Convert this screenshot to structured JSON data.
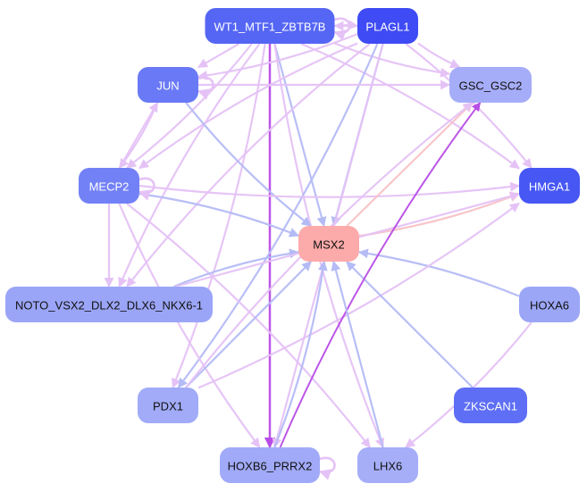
{
  "colors": {
    "strong": "#4f5ef2",
    "medium": "#6f7ff6",
    "light": "#a3acf8",
    "center": "#fcaaaa",
    "edge_pink": "#e5c2f6",
    "edge_blue": "#b4bbf5",
    "edge_salmon": "#f8c2c6",
    "edge_purple": "#b84de6"
  },
  "nodes": [
    {
      "id": "wt1",
      "label": "WT1_MTF1_ZBTB7B",
      "fill": "#5566f4",
      "text": "#ffffff"
    },
    {
      "id": "plagl1",
      "label": "PLAGL1",
      "fill": "#3f4bf4",
      "text": "#ffffff"
    },
    {
      "id": "jun",
      "label": "JUN",
      "fill": "#6a79f5",
      "text": "#ffffff"
    },
    {
      "id": "gsc",
      "label": "GSC_GSC2",
      "fill": "#a6adf8",
      "text": "#111111"
    },
    {
      "id": "mecp2",
      "label": "MECP2",
      "fill": "#7381f6",
      "text": "#ffffff"
    },
    {
      "id": "hmga1",
      "label": "HMGA1",
      "fill": "#4757f4",
      "text": "#ffffff"
    },
    {
      "id": "msx2",
      "label": "MSX2",
      "fill": "#fcaaaa",
      "text": "#111111"
    },
    {
      "id": "noto",
      "label": "NOTO_VSX2_DLX2_DLX6_NKX6-1",
      "fill": "#9ba5f7",
      "text": "#111111"
    },
    {
      "id": "hoxa6",
      "label": "HOXA6",
      "fill": "#9ca6f7",
      "text": "#111111"
    },
    {
      "id": "pdx1",
      "label": "PDX1",
      "fill": "#a1abf8",
      "text": "#111111"
    },
    {
      "id": "zkscan1",
      "label": "ZKSCAN1",
      "fill": "#5e6ef5",
      "text": "#ffffff"
    },
    {
      "id": "hoxb6",
      "label": "HOXB6_PRRX2",
      "fill": "#a1aaf8",
      "text": "#111111"
    },
    {
      "id": "lhx6",
      "label": "LHX6",
      "fill": "#a6aef8",
      "text": "#111111"
    }
  ],
  "edges": [
    {
      "from": "wt1",
      "to": "plagl1",
      "color": "edge_pink"
    },
    {
      "from": "wt1",
      "to": "jun",
      "color": "edge_pink"
    },
    {
      "from": "wt1",
      "to": "gsc",
      "color": "edge_pink"
    },
    {
      "from": "wt1",
      "to": "mecp2",
      "color": "edge_pink"
    },
    {
      "from": "wt1",
      "to": "msx2",
      "color": "edge_blue"
    },
    {
      "from": "wt1",
      "to": "noto",
      "color": "edge_pink"
    },
    {
      "from": "wt1",
      "to": "pdx1",
      "color": "edge_pink"
    },
    {
      "from": "wt1",
      "to": "hoxb6",
      "color": "edge_purple",
      "width": 2.5
    },
    {
      "from": "wt1",
      "to": "lhx6",
      "color": "edge_pink"
    },
    {
      "from": "wt1",
      "to": "hmga1",
      "color": "edge_pink"
    },
    {
      "from": "plagl1",
      "to": "wt1",
      "color": "edge_pink"
    },
    {
      "from": "plagl1",
      "to": "gsc",
      "color": "edge_pink"
    },
    {
      "from": "plagl1",
      "to": "hmga1",
      "color": "edge_pink"
    },
    {
      "from": "plagl1",
      "to": "msx2",
      "color": "edge_blue"
    },
    {
      "from": "plagl1",
      "to": "mecp2",
      "color": "edge_pink"
    },
    {
      "from": "plagl1",
      "to": "jun",
      "color": "edge_pink"
    },
    {
      "from": "plagl1",
      "to": "hoxb6",
      "color": "edge_pink"
    },
    {
      "from": "plagl1",
      "to": "noto",
      "color": "edge_pink"
    },
    {
      "from": "plagl1",
      "to": "pdx1",
      "color": "edge_blue"
    },
    {
      "from": "jun",
      "to": "gsc",
      "color": "edge_pink"
    },
    {
      "from": "jun",
      "to": "msx2",
      "color": "edge_blue"
    },
    {
      "from": "jun",
      "to": "mecp2",
      "color": "edge_pink"
    },
    {
      "from": "mecp2",
      "to": "jun",
      "color": "edge_pink"
    },
    {
      "from": "mecp2",
      "to": "hmga1",
      "color": "edge_pink"
    },
    {
      "from": "mecp2",
      "to": "msx2",
      "color": "edge_blue"
    },
    {
      "from": "mecp2",
      "to": "noto",
      "color": "edge_pink"
    },
    {
      "from": "mecp2",
      "to": "hoxb6",
      "color": "edge_pink"
    },
    {
      "from": "mecp2",
      "to": "lhx6",
      "color": "edge_pink"
    },
    {
      "from": "msx2",
      "to": "gsc",
      "color": "edge_salmon"
    },
    {
      "from": "msx2",
      "to": "hmga1",
      "color": "edge_salmon"
    },
    {
      "from": "noto",
      "to": "msx2",
      "color": "edge_blue"
    },
    {
      "from": "noto",
      "to": "hmga1",
      "color": "edge_pink"
    },
    {
      "from": "hoxa6",
      "to": "msx2",
      "color": "edge_blue"
    },
    {
      "from": "hoxa6",
      "to": "lhx6",
      "color": "edge_pink"
    },
    {
      "from": "pdx1",
      "to": "msx2",
      "color": "edge_blue"
    },
    {
      "from": "pdx1",
      "to": "hmga1",
      "color": "edge_pink"
    },
    {
      "from": "pdx1",
      "to": "gsc",
      "color": "edge_pink"
    },
    {
      "from": "zkscan1",
      "to": "msx2",
      "color": "edge_blue"
    },
    {
      "from": "hoxb6",
      "to": "msx2",
      "color": "edge_blue"
    },
    {
      "from": "hoxb6",
      "to": "gsc",
      "color": "edge_purple",
      "width": 2
    },
    {
      "from": "lhx6",
      "to": "msx2",
      "color": "edge_blue"
    }
  ],
  "self_loops": [
    "wt1",
    "jun",
    "mecp2",
    "hoxb6"
  ]
}
